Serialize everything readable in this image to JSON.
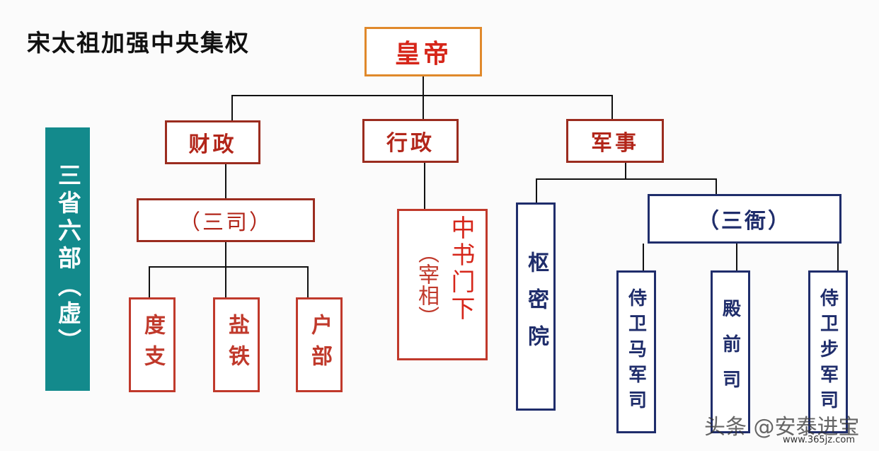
{
  "title": "宋太祖加强中央集权",
  "emperor": "皇帝",
  "branches": {
    "finance": "财政",
    "admin": "行政",
    "military": "军事"
  },
  "sansi": "（三司）",
  "sansi_items": [
    "度支",
    "盐铁",
    "户部"
  ],
  "zhongshu": {
    "main": "中书门下",
    "note": "（宰相）"
  },
  "shumiyuan": "枢密院",
  "sanya": "（三衙）",
  "sanya_items": [
    "侍卫马军司",
    "殿前司",
    "侍卫步军司"
  ],
  "sidebar_label": "三省六部（虚）",
  "watermark": "头条 @安泰进宝",
  "site": "www.365jz.com",
  "colors": {
    "red": "#c0392b",
    "navy": "#1f2d6b",
    "teal": "#138a8c",
    "orange": "#e0892b"
  }
}
